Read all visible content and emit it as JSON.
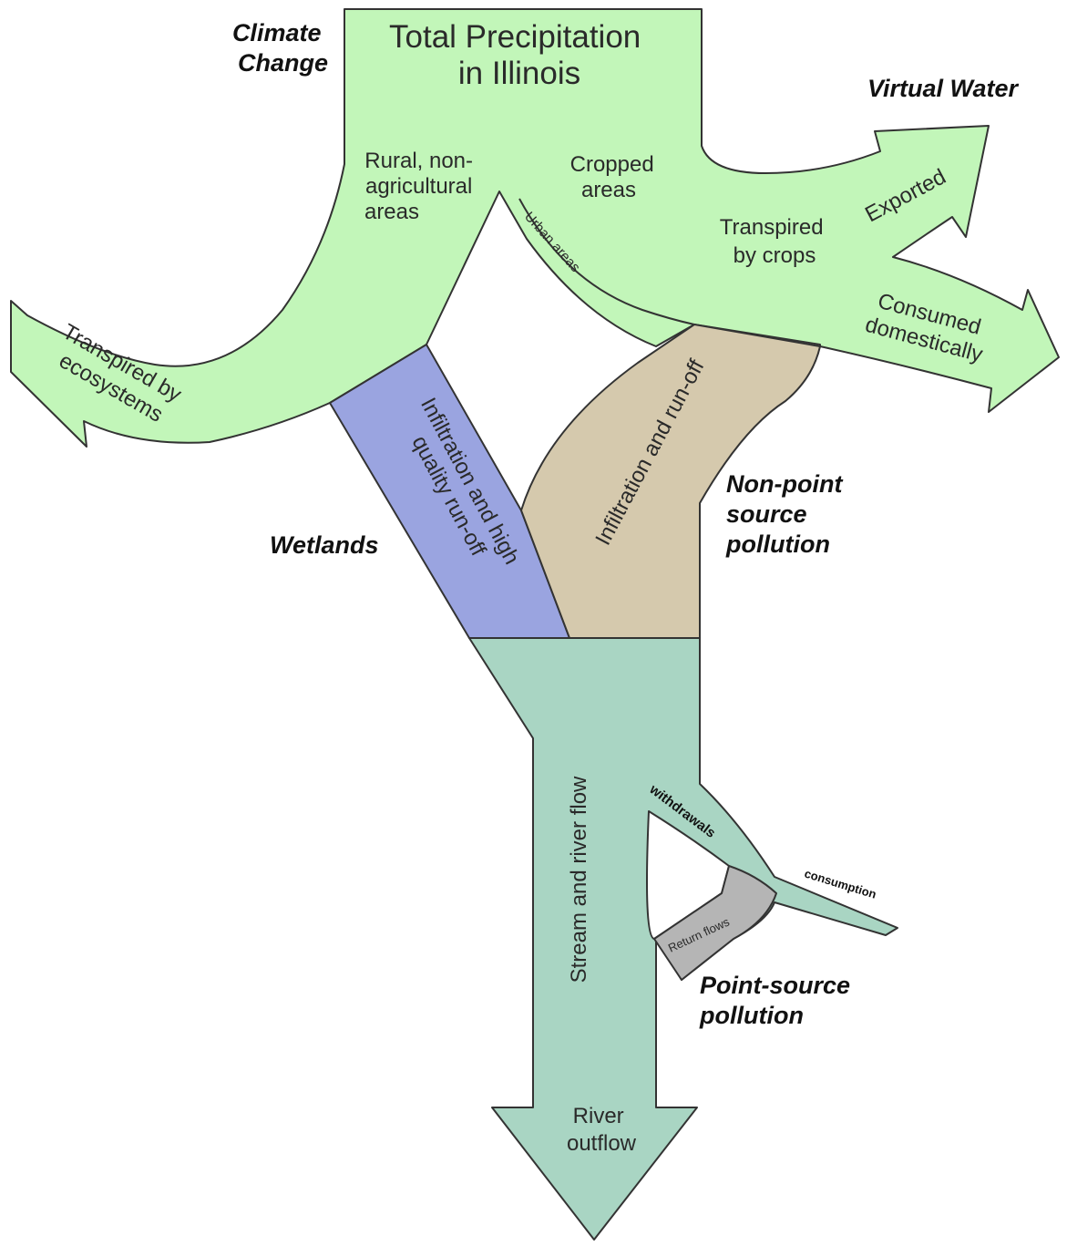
{
  "colors": {
    "precipitation": "#c2f6b9",
    "wetland": "#9aa4e0",
    "nonpoint": "#d5c9ad",
    "river": "#a9d5c3",
    "return": "#b5b5b5",
    "outline": "#333333"
  },
  "flows": {
    "total_precipitation": [
      "Total Precipitation",
      "in Illinois"
    ],
    "rural": [
      "Rural, non-",
      "agricultural",
      "areas"
    ],
    "cropped": [
      "Cropped",
      "areas"
    ],
    "urban": "Urban areas",
    "transpired_crops": [
      "Transpired",
      "by crops"
    ],
    "exported": "Exported",
    "consumed": [
      "Consumed",
      "domestically"
    ],
    "transpired_ecosystems": [
      "Transpired by",
      "ecosystems"
    ],
    "infiltration_high": [
      "Infiltration and high",
      "quality run-off"
    ],
    "infiltration": "Infiltration and run-off",
    "stream": "Stream and river flow",
    "withdrawals": "withdrawals",
    "consumption": "consumption",
    "return_flows": "Return flows",
    "river_outflow": [
      "River",
      "outflow"
    ]
  },
  "drivers": {
    "climate": [
      "Climate",
      "Change"
    ],
    "virtual": "Virtual Water",
    "wetlands": "Wetlands",
    "nonpoint": [
      "Non-point",
      "source",
      "pollution"
    ],
    "pointsource": [
      "Point-source",
      "pollution"
    ]
  }
}
